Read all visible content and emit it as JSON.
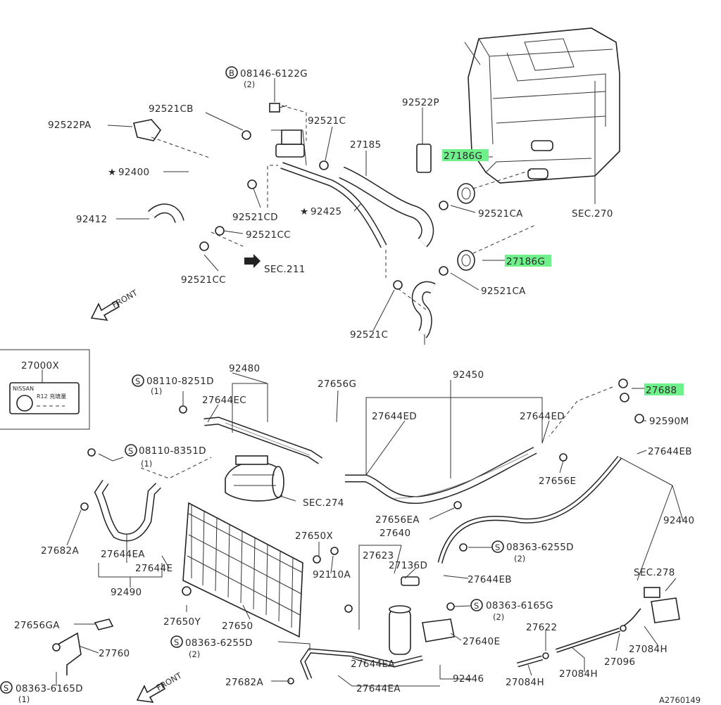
{
  "diagram": {
    "id_code": "A2760149",
    "highlight_color": "#6ff08a",
    "labels": {
      "l_08146": "08146-6122G",
      "l_08146_q": "(2)",
      "l_92521CB": "92521CB",
      "l_92522PA": "92522PA",
      "l_92521C_top": "92521C",
      "l_92522P": "92522P",
      "l_27185": "27185",
      "l_27186G_1": "27186G",
      "l_92400": "92400",
      "l_92412": "92412",
      "l_92521CD": "92521CD",
      "l_92425": "92425",
      "l_92521CA_1": "92521CA",
      "l_SEC270": "SEC.270",
      "l_92521CC_1": "92521CC",
      "l_92521CC_2": "92521CC",
      "l_SEC211": "SEC.211",
      "l_27186G_2": "27186G",
      "l_92521CA_2": "92521CA",
      "l_92521C_mid": "92521C",
      "l_front1": "FRONT",
      "l_27000X": "27000X",
      "l_plate_text": "R12 充填量",
      "l_plate_small": "NISSAN",
      "l_08110_8251": "08110-8251D",
      "l_08110_8251_q": "(1)",
      "l_92480": "92480",
      "l_27644EC": "27644EC",
      "l_27656G": "27656G",
      "l_92450": "92450",
      "l_27644ED_1": "27644ED",
      "l_27644ED_2": "27644ED",
      "l_27688": "27688",
      "l_92590M": "92590M",
      "l_08110_8351": "08110-8351D",
      "l_08110_8351_q": "(1)",
      "l_27644EB_1": "27644EB",
      "l_27656E": "27656E",
      "l_SEC274": "SEC.274",
      "l_27656EA": "27656EA",
      "l_92440": "92440",
      "l_27682A_1": "27682A",
      "l_27644EA_1": "27644EA",
      "l_27644E": "27644E",
      "l_27650X": "27650X",
      "l_27640": "27640",
      "l_27623": "27623",
      "l_27136D": "27136D",
      "l_08363_6255_a": "08363-6255D",
      "l_08363_6255_a_q": "(2)",
      "l_92110A": "92110A",
      "l_27644EB_2": "27644EB",
      "l_SEC278": "SEC.278",
      "l_92490": "92490",
      "l_08363_6165_a": "08363-6165G",
      "l_08363_6165_a_q": "(2)",
      "l_27650Y": "27650Y",
      "l_27650": "27650",
      "l_27656GA": "27656GA",
      "l_27760": "27760",
      "l_08363_6255_b": "08363-6255D",
      "l_08363_6255_b_q": "(2)",
      "l_27640E": "27640E",
      "l_27622": "27622",
      "l_27084H_1": "27084H",
      "l_27644EA_2": "27644EA",
      "l_27096": "27096",
      "l_92446": "92446",
      "l_08363_6165_b": "08363-6165D",
      "l_08363_6165_b_q": "(1)",
      "l_front2": "FRONT",
      "l_27682A_2": "27682A",
      "l_27644EA_3": "27644EA",
      "l_27084H_2": "27084H",
      "l_27084H_3": "27084H"
    }
  }
}
